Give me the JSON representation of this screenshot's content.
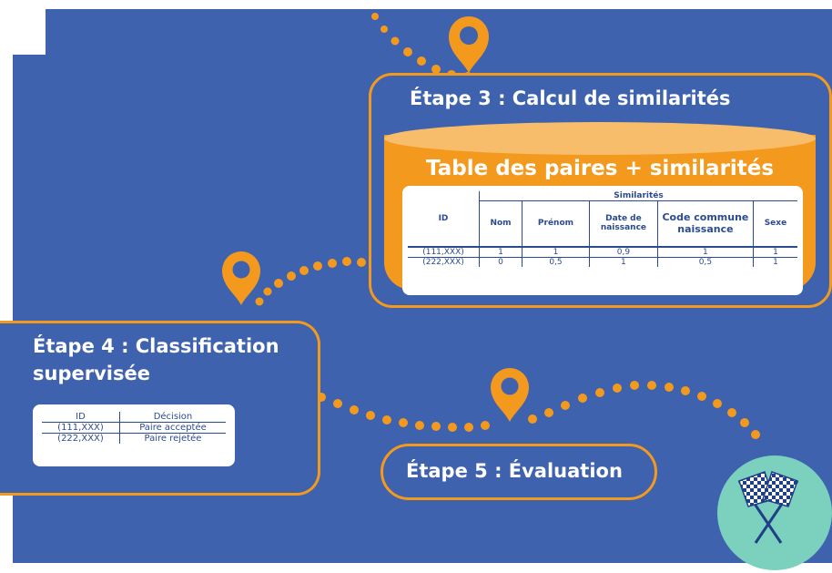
{
  "step3": {
    "title": "Étape 3 : Calcul de similarités",
    "table_name": "Table des paires + similarités",
    "similarity_header": "Similarités",
    "columns": {
      "id": "ID",
      "nom": "Nom",
      "prenom": "Prénom",
      "date": "Date de naissance",
      "commune": "Code commune naissance",
      "sexe": "Sexe"
    },
    "rows": [
      [
        "(111,XXX)",
        "1",
        "1",
        "0,9",
        "1",
        "1"
      ],
      [
        "(222,XXX)",
        "0",
        "0,5",
        "1",
        "0,5",
        "1"
      ]
    ]
  },
  "step4": {
    "title_line1": "Étape 4 : Classification",
    "title_line2": "supervisée",
    "columns": {
      "id": "ID",
      "decision": "Décision"
    },
    "rows": [
      [
        "(111,XXX)",
        "Paire acceptée"
      ],
      [
        "(222,XXX)",
        "Paire rejetée"
      ]
    ]
  },
  "step5": {
    "title": "Étape 5 : Évaluation"
  },
  "icons": {
    "pin": "location-pin-icon",
    "finish": "checkered-flags-icon"
  },
  "colors": {
    "background": "#3e62ad",
    "accent": "#f39a1e",
    "accent_light": "#f7bd6a",
    "finish_circle": "#7bd1be",
    "text": "#ffffff"
  }
}
